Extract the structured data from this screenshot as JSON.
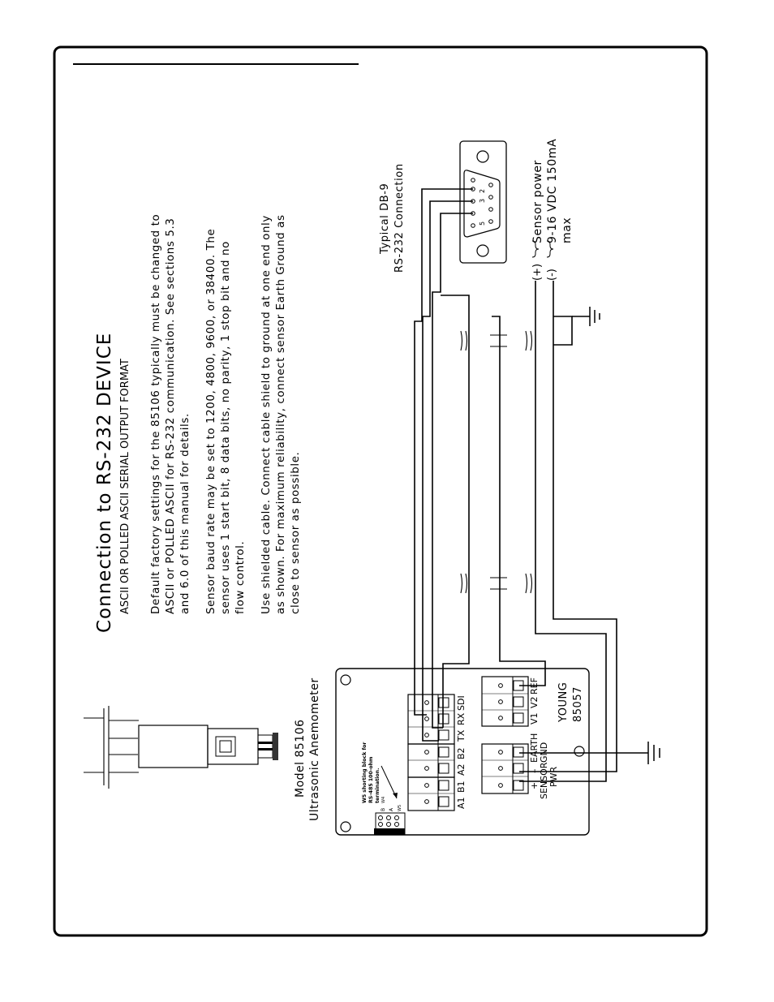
{
  "title": "Connection to RS-232 DEVICE",
  "subtitle": "ASCII OR POLLED ASCII SERIAL OUTPUT FORMAT",
  "notes": {
    "p1": [
      "Default factory settings for the 85106 typically must be changed to",
      "ASCII or POLLED ASCII for RS-232 communication. See sections 5.3",
      "and 6.0 of this manual for details."
    ],
    "p2": [
      "Sensor baud rate may be set to 1200, 4800, 9600, or 38400. The",
      "sensor uses 1 start bit, 8 data bits, no parity, 1 stop bit and no",
      "flow control."
    ],
    "p3": [
      "Use shielded cable. Connect cable shield to ground at one end only",
      "as shown. For maximum reliability, connect sensor Earth Ground as",
      "close to sensor as possible."
    ]
  },
  "db9": {
    "label_line1": "Typical DB-9",
    "label_line2": "RS-232 Connection",
    "pin5": "5",
    "pin3": "3",
    "pin2": "2"
  },
  "power": {
    "plus": "(+)",
    "minus": "(-)",
    "line1": "Sensor power",
    "line2": "9-16 VDC 150mA",
    "line3": "max"
  },
  "sensor": {
    "model": "Model 85106",
    "type": "Ultrasonic Anemometer"
  },
  "board": {
    "name": "YOUNG",
    "number": "85057",
    "terminals": [
      "A1",
      "B1",
      "A2",
      "B2",
      "TX",
      "RX",
      "SDI"
    ],
    "lower_terminals": [
      "+",
      "–",
      "EARTH",
      "V1",
      "V2",
      "REF"
    ],
    "lower_group1": "SENSOR",
    "lower_group1b": "PWR",
    "lower_group2": "GND",
    "w5_note": [
      "W5 shorting block for",
      "RS-485 100-ohm",
      "termination."
    ],
    "w5_label": "W5",
    "jumper_b": "B",
    "jumper_a": "A",
    "jumper_w4": "W4"
  }
}
